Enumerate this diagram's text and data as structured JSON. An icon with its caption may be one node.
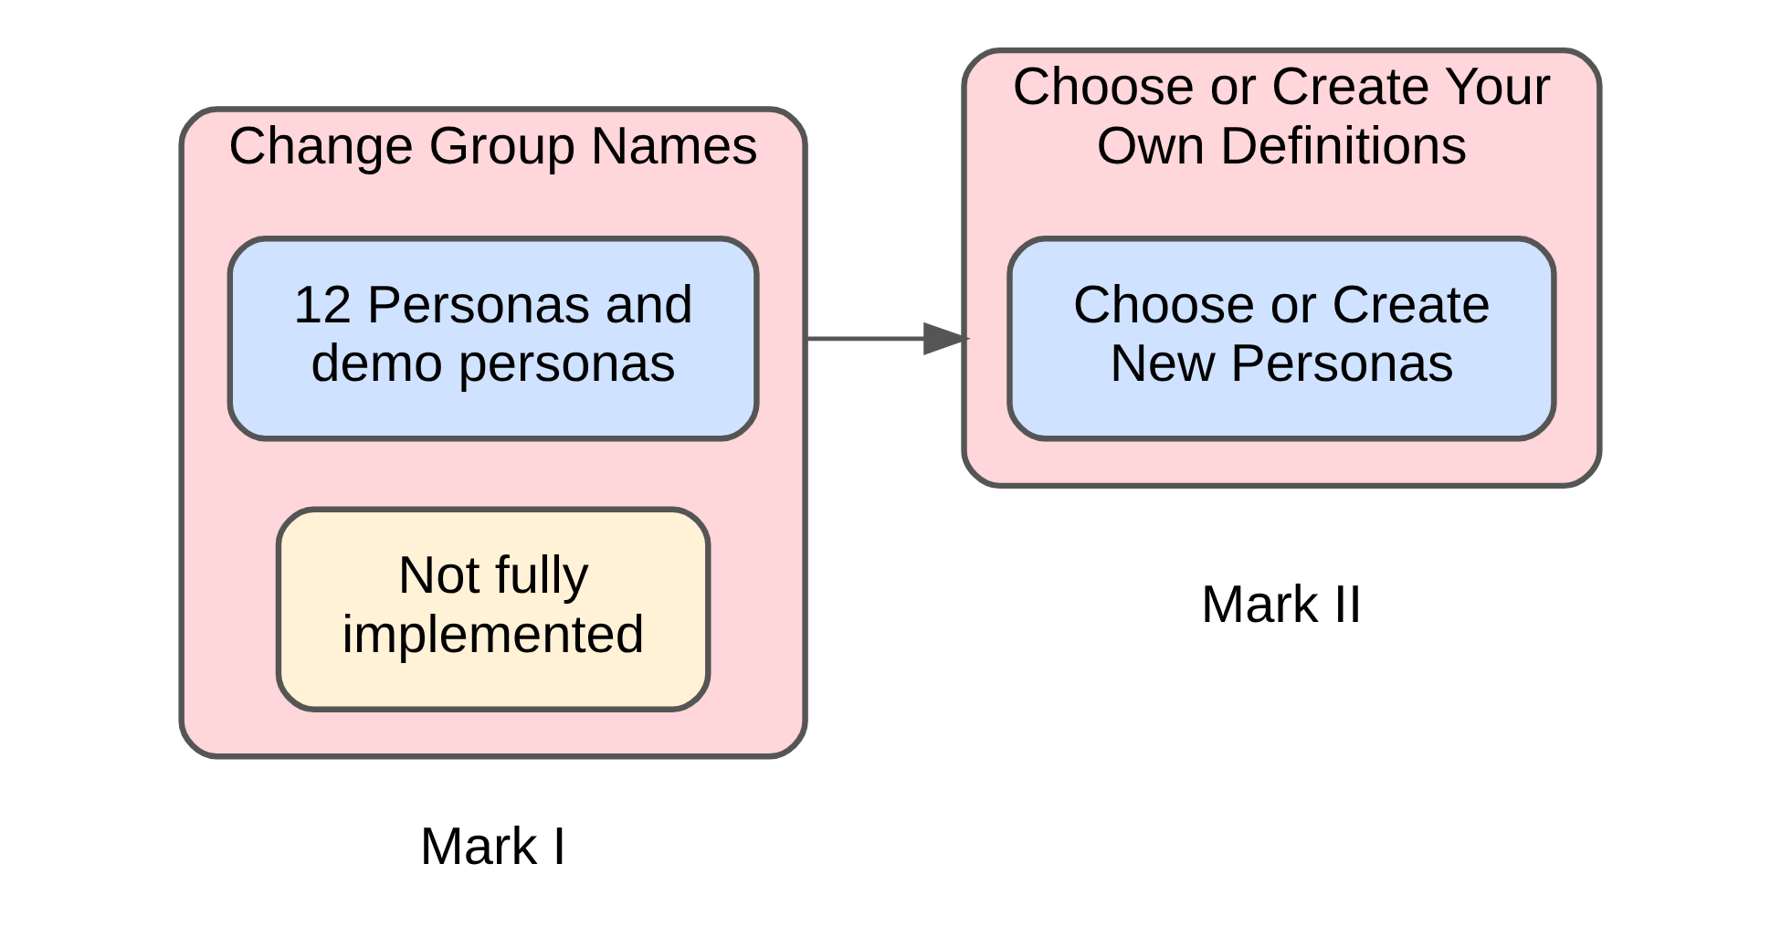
{
  "diagram": {
    "nodes": [
      {
        "text": [
          "Change Group Names"
        ],
        "beside": [
          "Mark I"
        ]
      },
      {
        "text": [
          "12 Personas and demo personas"
        ],
        "in": 0
      },
      {
        "text": [
          "Not fully implemented"
        ],
        "in": 0
      },
      {
        "text": [
          "Choose or Create Your Own Definitions"
        ],
        "beside": [
          "Mark II"
        ]
      },
      {
        "text": [
          "Choose or Create New Personas"
        ],
        "in": 3
      }
    ],
    "edges": [
      {
        "from": 0,
        "to": 3,
        "arrow": "to"
      }
    ]
  }
}
